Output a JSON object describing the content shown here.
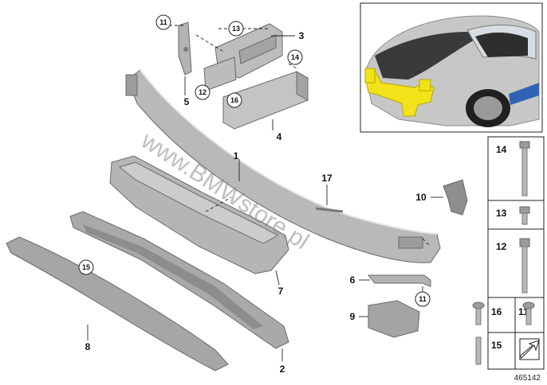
{
  "callouts": {
    "p1": "1",
    "p2": "2",
    "p3": "3",
    "p4": "4",
    "p5": "5",
    "p6": "6",
    "p7": "7",
    "p8": "8",
    "p9": "9",
    "p10": "10",
    "p11a": "11",
    "p11b": "11",
    "p12": "12",
    "p13": "13",
    "p14": "14",
    "p15": "15",
    "p16": "16",
    "p17": "17"
  },
  "fasteners": {
    "f14": "14",
    "f13": "13",
    "f12": "12",
    "f16": "16",
    "f11": "11",
    "f15": "15"
  },
  "watermark": "www.BMWstore.pl",
  "diagram_number": "465142",
  "colors": {
    "part_gray": "#b4b4b4",
    "part_dark": "#8c8c8c",
    "highlight_yellow": "#f2e21a",
    "car_body": "#c7c7c7",
    "car_dark": "#3a3a3a"
  }
}
